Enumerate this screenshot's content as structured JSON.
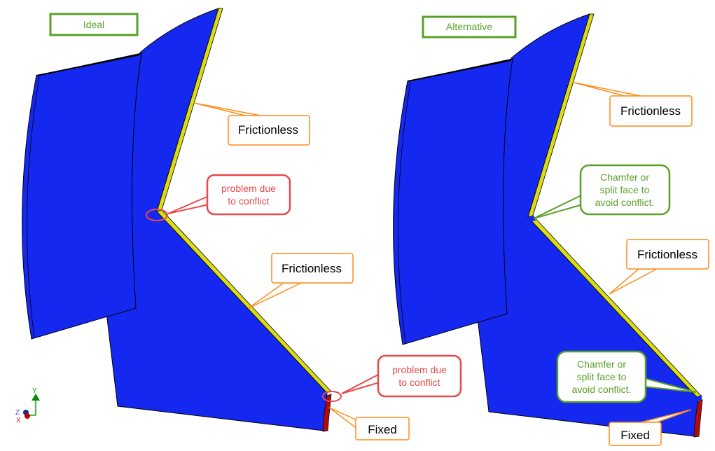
{
  "colors": {
    "body": "#1428f0",
    "frictionless_face": "#dcdc14",
    "fixed_face": "#b40a0a",
    "callout_orange": "#ff8c1a",
    "callout_red": "#e84a4a",
    "callout_green": "#5aa028"
  },
  "panels": {
    "ideal": {
      "title": "Ideal",
      "frictionless_top": "Frictionless",
      "frictionless_bottom": "Frictionless",
      "problem_1": [
        "problem due",
        "to conflict"
      ],
      "problem_2": [
        "problem due",
        "to conflict"
      ],
      "fixed": "Fixed"
    },
    "alternative": {
      "title": "Alternative",
      "frictionless_top": "Frictionless",
      "frictionless_bottom": "Frictionless",
      "chamfer_1": [
        "Chamfer or",
        "split face to",
        "avoid conflict."
      ],
      "chamfer_2": [
        "Chamfer or",
        "split face to",
        "avoid conflict."
      ],
      "fixed": "Fixed"
    }
  },
  "triad": {
    "y": "Y",
    "z": "Z",
    "x": "X"
  }
}
